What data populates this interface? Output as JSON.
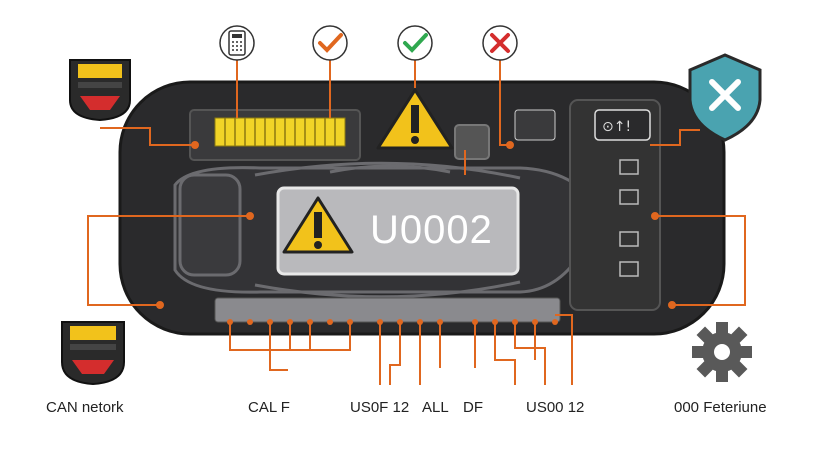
{
  "diagram": {
    "error_code": "U0002",
    "labels": {
      "can_network": "CAN netork",
      "cal_f": "CAL F",
      "us0f_12": "US0F 12",
      "all": "ALL",
      "df": "DF",
      "us00_12": "US00 12",
      "feature": "000 Feteriune"
    },
    "status_icons": [
      "calculator-icon",
      "check-orange-icon",
      "check-green-icon",
      "cross-red-icon"
    ],
    "colors": {
      "body": "#2b2b2d",
      "connector": "#e0671f",
      "warning": "#f2c21b",
      "check_green": "#2fa84f",
      "cross_red": "#d42d2d",
      "shield_teal": "#4aa3b0",
      "gear": "#595959"
    }
  }
}
